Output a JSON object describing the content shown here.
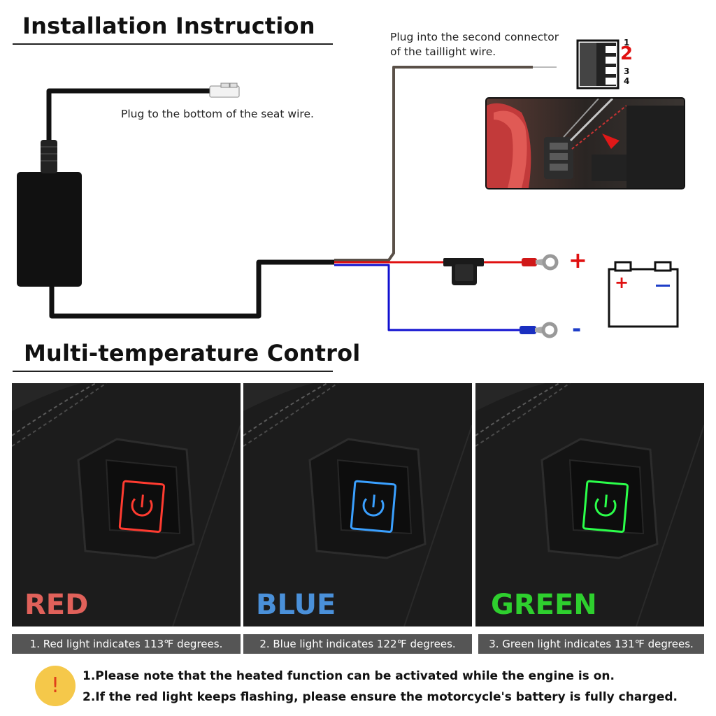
{
  "installation": {
    "title": "Installation Instruction",
    "seat_note": "Plug to the bottom of the seat wire.",
    "taillight_note_line1": "Plug into the second connector",
    "taillight_note_line2": "of the taillight wire.",
    "pins": [
      "1",
      "2",
      "3",
      "4"
    ],
    "battery_plus": "+",
    "battery_minus": "-"
  },
  "multi_temp": {
    "title": "Multi-temperature Control",
    "modes": [
      {
        "name": "RED",
        "color": "#e0615a",
        "glow": "#ff3b30",
        "caption": "1. Red light indicates 113℉ degrees."
      },
      {
        "name": "BLUE",
        "color": "#4a90d9",
        "glow": "#3aa0ff",
        "caption": "2. Blue light indicates 122℉ degrees."
      },
      {
        "name": "GREEN",
        "color": "#2ecf2e",
        "glow": "#2bff4a",
        "caption": "3. Green light indicates 131℉ degrees."
      }
    ]
  },
  "notes": {
    "warning_icon": "!",
    "line1": "1.Please note that the heated function can be activated while the engine is on.",
    "line2": "2.If the red light keeps flashing, please ensure the motorcycle's battery is fully charged."
  },
  "colors": {
    "positive_wire": "#e01010",
    "negative_wire": "#1010d0",
    "warning_bg": "#f5c84a"
  }
}
